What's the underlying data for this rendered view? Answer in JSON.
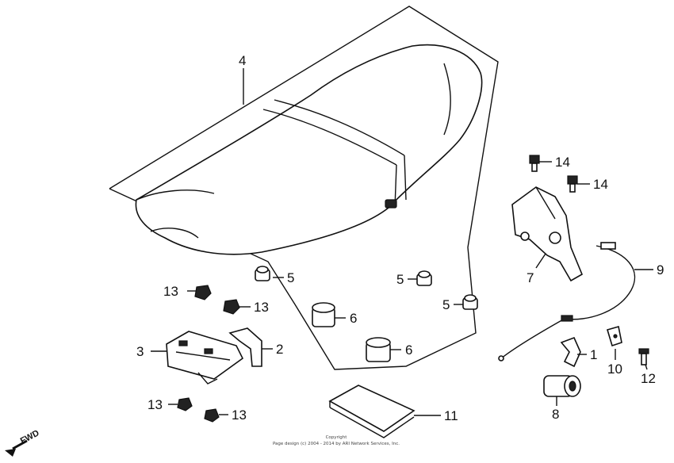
{
  "diagram": {
    "callouts": {
      "c1": "1",
      "c2": "2",
      "c3": "3",
      "c4": "4",
      "c5a": "5",
      "c5b": "5",
      "c5c": "5",
      "c6a": "6",
      "c6b": "6",
      "c7": "7",
      "c8": "8",
      "c9": "9",
      "c10": "10",
      "c11": "11",
      "c12": "12",
      "c13a": "13",
      "c13b": "13",
      "c13c": "13",
      "c13d": "13",
      "c14a": "14",
      "c14b": "14"
    },
    "fwd_label": "FWD",
    "copyright_line1": "Copyright",
    "copyright_line2": "Page design (c) 2004 - 2014 by ARI Network Services, Inc."
  }
}
